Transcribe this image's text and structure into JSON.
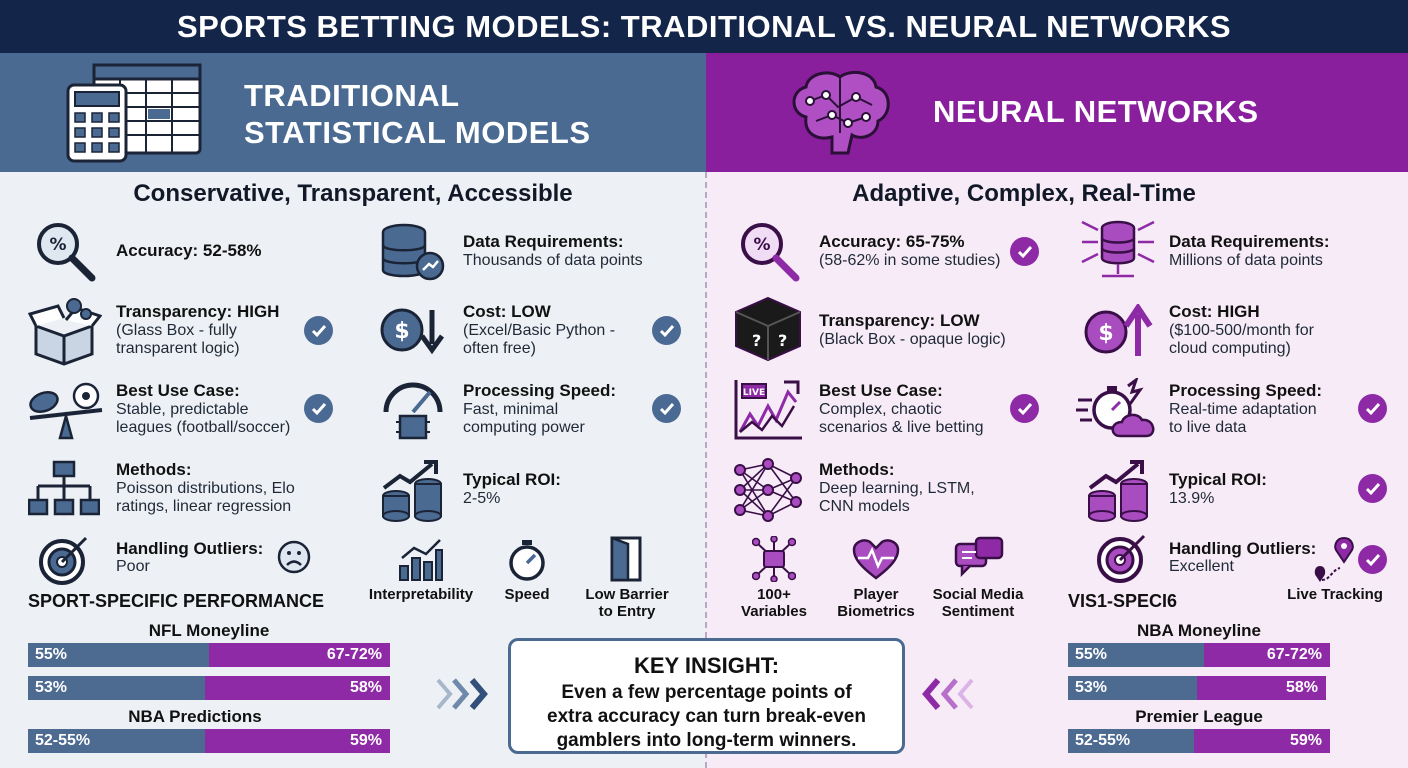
{
  "title": "SPORTS BETTING MODELS: TRADITIONAL VS. NEURAL NETWORKS",
  "colors": {
    "navy": "#14254a",
    "blue": "#4a6a92",
    "purple": "#8a1f9e"
  },
  "traditional": {
    "heading_line1": "TRADITIONAL",
    "heading_line2": "STATISTICAL MODELS",
    "subtitle": "Conservative, Transparent, Accessible",
    "accuracy": {
      "title": "Accuracy: 52-58%"
    },
    "data_req": {
      "title": "Data Requirements:",
      "desc": "Thousands of data points"
    },
    "transparency": {
      "title": "Transparency: HIGH",
      "desc1": "(Glass Box - fully",
      "desc2": "transparent logic)"
    },
    "cost": {
      "title": "Cost: LOW",
      "desc1": "(Excel/Basic Python -",
      "desc2": "often free)"
    },
    "use_case": {
      "title": "Best Use Case:",
      "desc1": "Stable, predictable",
      "desc2": "leagues (football/soccer)"
    },
    "speed": {
      "title": "Processing Speed:",
      "desc1": "Fast, minimal",
      "desc2": "computing power"
    },
    "methods": {
      "title": "Methods:",
      "desc1": "Poisson distributions, Elo",
      "desc2": "ratings, linear regression"
    },
    "roi": {
      "title": "Typical ROI:",
      "desc": "2-5%"
    },
    "outliers": {
      "title": "Handling Outliers:",
      "desc": "Poor"
    },
    "mini": {
      "interpretability": "Interpretability",
      "speed": "Speed",
      "barrier1": "Low Barrier",
      "barrier2": "to Entry"
    },
    "section_label": "SPORT-SPECIFIC PERFORMANCE",
    "bars": {
      "title1": "NFL Moneyline",
      "title2": "NBA Predictions",
      "rows": [
        {
          "a": "55%",
          "b": "67-72%",
          "a_fraction": 0.5
        },
        {
          "a": "53%",
          "b": "58%",
          "a_fraction": 0.49
        },
        {
          "a": "52-55%",
          "b": "59%",
          "a_fraction": 0.49
        }
      ]
    }
  },
  "neural": {
    "heading": "NEURAL NETWORKS",
    "subtitle": "Adaptive, Complex, Real-Time",
    "accuracy": {
      "title": "Accuracy: 65-75%",
      "desc": "(58-62% in some studies)"
    },
    "data_req": {
      "title": "Data Requirements:",
      "desc": "Millions of data points"
    },
    "transparency": {
      "title": "Transparency: LOW",
      "desc": "(Black Box - opaque logic)"
    },
    "cost": {
      "title": "Cost: HIGH",
      "desc1": "($100-500/month for",
      "desc2": "cloud computing)"
    },
    "use_case": {
      "title": "Best Use Case:",
      "desc1": "Complex, chaotic",
      "desc2": "scenarios & live betting"
    },
    "speed": {
      "title": "Processing Speed:",
      "desc1": "Real-time adaptation",
      "desc2": "to live data"
    },
    "methods": {
      "title": "Methods:",
      "desc1": "Deep learning, LSTM,",
      "desc2": "CNN models"
    },
    "roi": {
      "title": "Typical ROI:",
      "desc": "13.9%"
    },
    "outliers": {
      "title": "Handling Outliers:",
      "desc": "Excellent"
    },
    "mini": {
      "vars1": "100+",
      "vars2": "Variables",
      "bio1": "Player",
      "bio2": "Biometrics",
      "social1": "Social Media",
      "social2": "Sentiment",
      "live": "Live Tracking"
    },
    "section_label": "VIS1-SPECI6",
    "bars": {
      "title1": "NBA Moneyline",
      "title2": "Premier League",
      "rows": [
        {
          "a": "55%",
          "b": "67-72%",
          "a_fraction": 0.52
        },
        {
          "a": "53%",
          "b": "58%",
          "a_fraction": 0.5
        },
        {
          "a": "52-55%",
          "b": "59%",
          "a_fraction": 0.48
        }
      ]
    }
  },
  "insight": {
    "title": "KEY INSIGHT:",
    "line1": "Even a few percentage points of",
    "line2": "extra accuracy can turn break-even",
    "line3": "gamblers into long-term winners."
  }
}
